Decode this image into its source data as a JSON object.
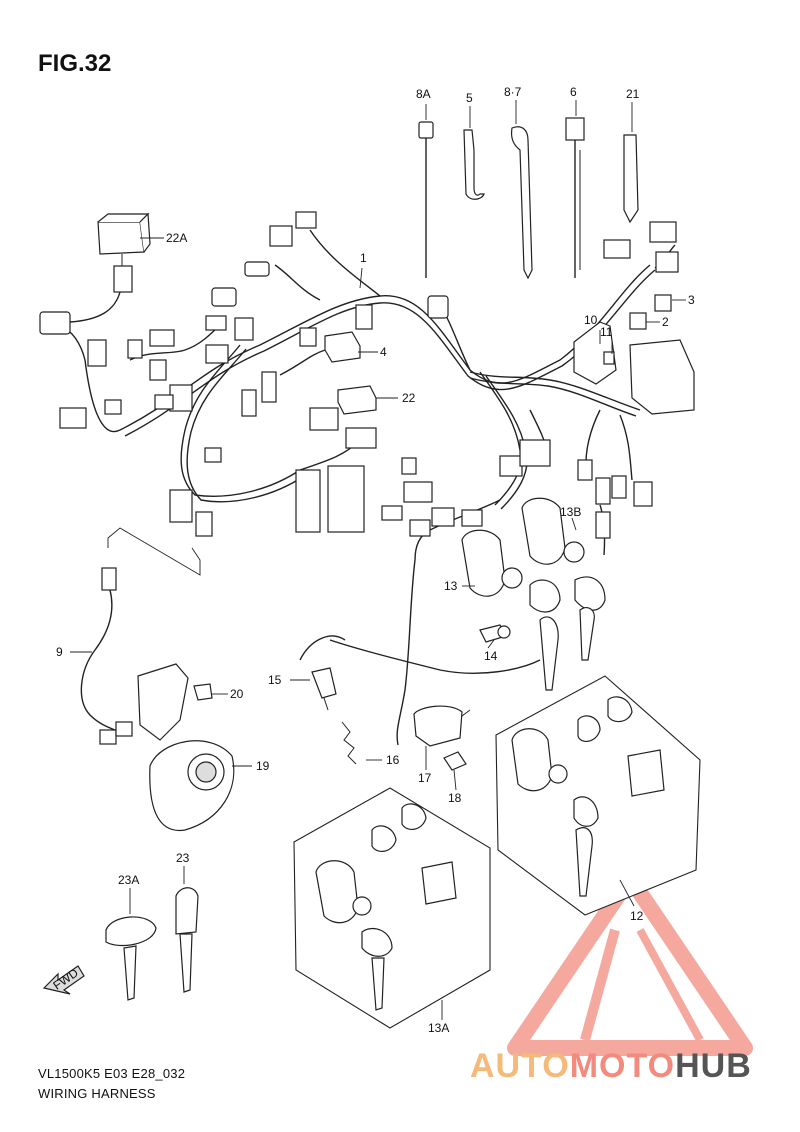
{
  "figure": {
    "title": "FIG.32",
    "code": "VL1500K5 E03 E28_032",
    "name": "WIRING HARNESS"
  },
  "callouts": [
    "8A",
    "5",
    "8·7",
    "6",
    "21",
    "22A",
    "1",
    "3",
    "2",
    "10",
    "11",
    "4",
    "22",
    "13B",
    "13",
    "14",
    "9",
    "15",
    "20",
    "19",
    "16",
    "17",
    "18",
    "23",
    "23A",
    "12",
    "13A"
  ],
  "watermark": {
    "part1": "AUTO",
    "part2": "MOTO",
    "part3": "HUB",
    "colors": {
      "auto": "#f5b97a",
      "moto": "#f28b7d",
      "hub": "#555555",
      "triangle": "#f28b7d"
    }
  },
  "icons": {
    "fwd": "fwd-arrow-icon",
    "fwd_text": "FWD"
  }
}
